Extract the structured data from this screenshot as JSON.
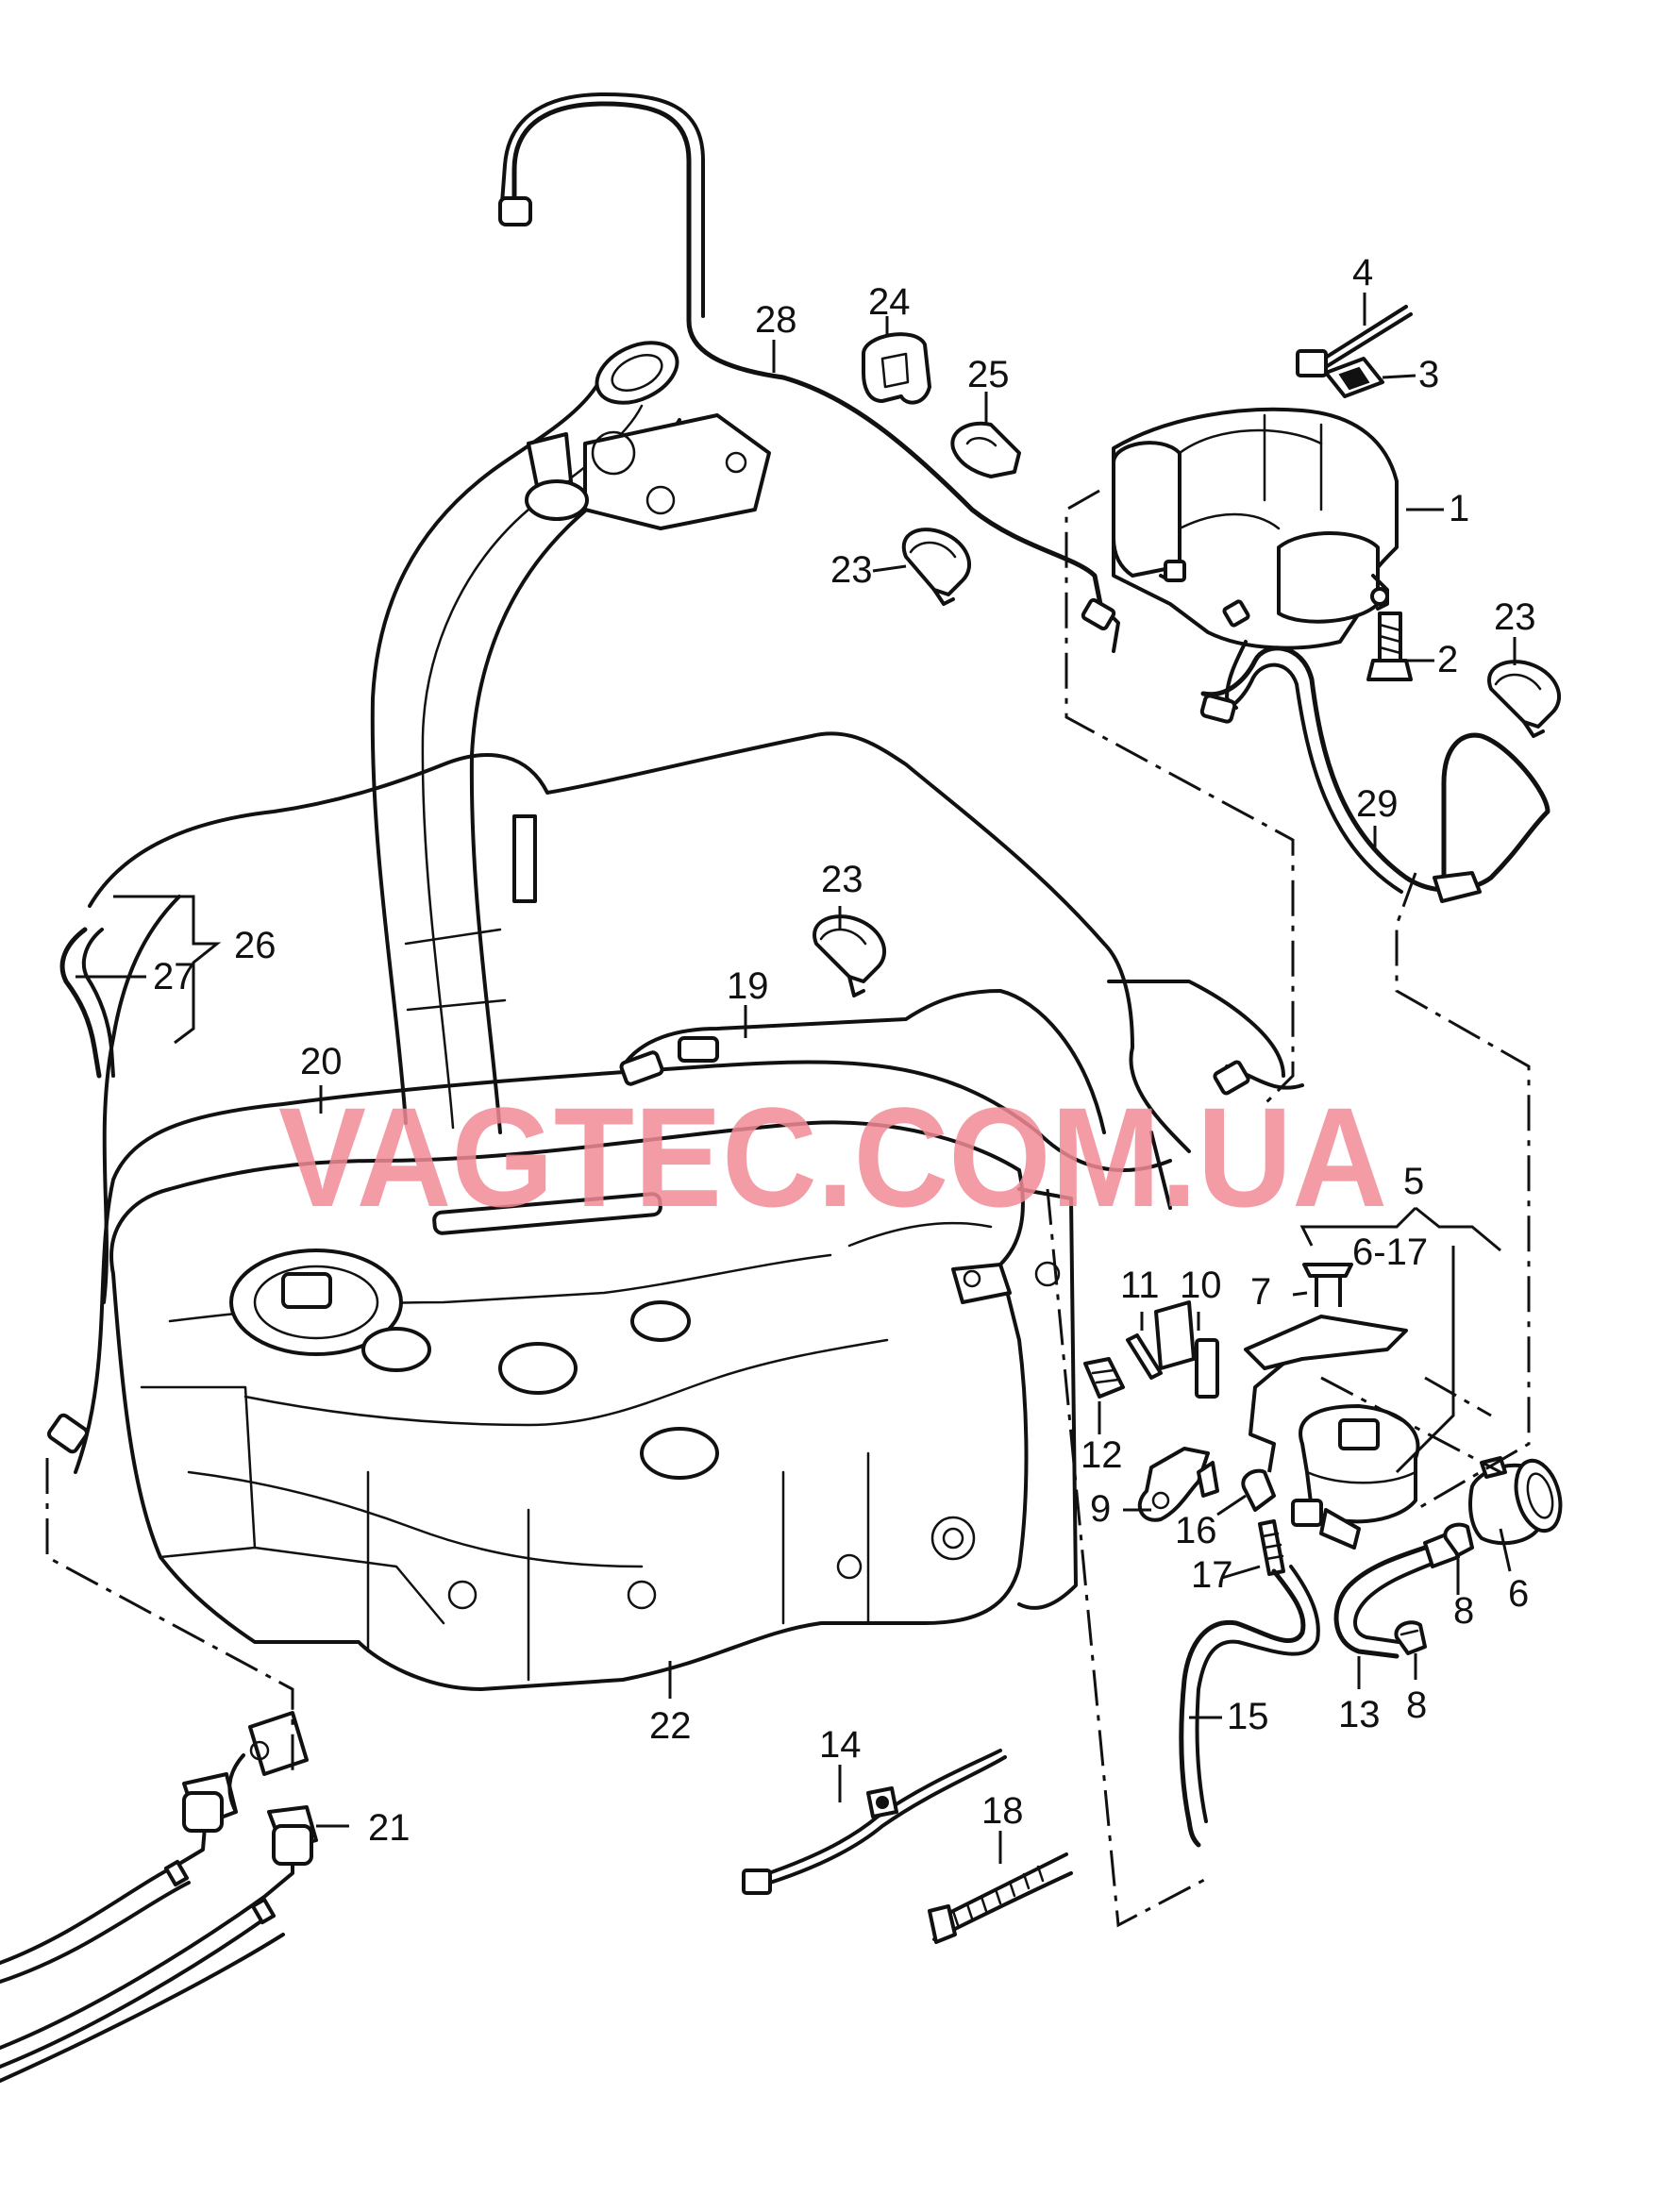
{
  "watermark": "VAGTEC.COM.UA",
  "labels": {
    "l1": "1",
    "l2": "2",
    "l3": "3",
    "l4": "4",
    "l5": "5",
    "l5r": "6-17",
    "l6": "6",
    "l7": "7",
    "l8a": "8",
    "l8b": "8",
    "l9": "9",
    "l10": "10",
    "l11": "11",
    "l12": "12",
    "l13": "13",
    "l14": "14",
    "l15": "15",
    "l16": "16",
    "l17": "17",
    "l18": "18",
    "l19": "19",
    "l20": "20",
    "l21": "21",
    "l22": "22",
    "l23a": "23",
    "l23b": "23",
    "l23c": "23",
    "l24": "24",
    "l25": "25",
    "l26": "26",
    "l27": "27",
    "l28": "28",
    "l29": "29"
  },
  "colors": {
    "line": "#111111",
    "watermark": "#f28b96",
    "background": "#ffffff"
  }
}
